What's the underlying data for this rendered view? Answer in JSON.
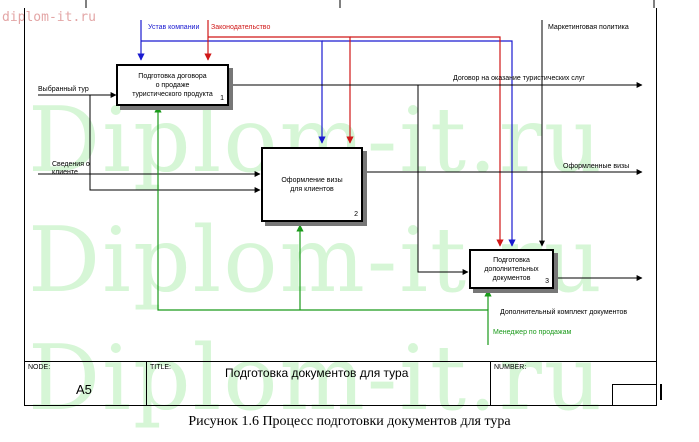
{
  "watermark": {
    "header": "diplom-it.ru",
    "big": "Diplom-it.ru"
  },
  "boxes": [
    {
      "id": "A1",
      "label": "Подготовка договора\nо продаже\nтуристического продукта",
      "num": "1"
    },
    {
      "id": "A2",
      "label": "Оформление визы\nдля клиентов",
      "num": "2"
    },
    {
      "id": "A3",
      "label": "Подготовка\nдополнительных\nдокументов",
      "num": "3"
    }
  ],
  "arrows": {
    "controls": [
      {
        "label": "Устав компании",
        "color": "#1a1ad0"
      },
      {
        "label": "Законодательство",
        "color": "#d01818"
      },
      {
        "label": "Маркетинговая политика",
        "color": "#000000"
      }
    ],
    "inputs": [
      {
        "label": "Выбранный тур"
      },
      {
        "label": "Сведения о\nклиенте"
      }
    ],
    "outputs": [
      {
        "label": "Договор на оказание туристических слуг"
      },
      {
        "label": "Оформленные визы"
      },
      {
        "label": "Дополнительный комплект документов"
      }
    ],
    "mechanisms": [
      {
        "label": "Менеджер по продажам",
        "color": "#1a9a1a"
      }
    ]
  },
  "footer": {
    "node_label": "NODE:",
    "node_value": "A5",
    "title_label": "TITLE:",
    "title_value": "Подготовка  документов для тура",
    "number_label": "NUMBER:"
  },
  "caption": "Рисунок 1.6 Процесс подготовки документов для тура"
}
